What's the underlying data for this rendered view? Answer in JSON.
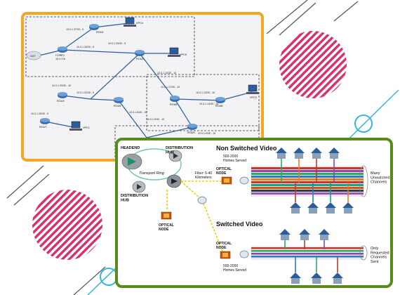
{
  "colors": {
    "orange_border": "#f5a623",
    "green_border": "#5a8a1e",
    "pink_stripe": "#d6336c",
    "cyan_accent": "#38b6d8",
    "node_blue": "#2a5d9c"
  },
  "network": {
    "routers": [
      {
        "id": "r1",
        "label": "ROU1"
      },
      {
        "id": "r2",
        "label": "CORE1",
        "ip": "10.0.0.6"
      },
      {
        "id": "r3",
        "label": "ROU2"
      },
      {
        "id": "r4",
        "label": "ROU3"
      },
      {
        "id": "r5",
        "label": "ROU4"
      },
      {
        "id": "r6",
        "label": "ROU5"
      },
      {
        "id": "r7",
        "label": "ROU6"
      },
      {
        "id": "r8",
        "label": "ROU7"
      },
      {
        "id": "r9",
        "label": "ROU3"
      }
    ],
    "pcs": [
      {
        "id": "p1",
        "label": "VPC4"
      },
      {
        "id": "p2",
        "label": "VPC5"
      },
      {
        "id": "p3",
        "label": "VPC3"
      },
      {
        "id": "p4",
        "label": "VPC1"
      }
    ],
    "cloud_label": "NAT",
    "link_labels": [
      "10.0.1.37/30 - 5",
      "10.0.1.34/30 - 5",
      "10.0.1.33/30 - 5",
      "10.0.1.29/30 - 10",
      "10.0.1.22/30 - 5",
      "10.0.1.26/30 - 5",
      "10.0.1.17/30 - 10",
      "10.0.1.13/30 - 10",
      "10.0.1.14/30 - 10",
      "10.0.1.9/30 - 10",
      "10.0.1.6/30 - 10",
      "10.0.1.5/30 - 10",
      "10.0.1.10/30 - 10"
    ]
  },
  "video": {
    "headend": "HEADEND",
    "distribution_hub_top": "DISTRIBUTION\nHUB",
    "distribution_hub_left": "DISTRIBUTION\nHUB",
    "transport_ring": "Transport Ring",
    "fiber": "Fiber: 5-40\nKilometers",
    "optical_node_top": "OPTICAL\nNODE",
    "optical_node_left": "OPTICAL\nNODE",
    "optical_node_bottom": "OPTICAL\nNODE",
    "non_switched_title": "Non Switched Video",
    "switched_title": "Switched Video",
    "homes_served_top": "500-2000\nHomes Served",
    "homes_served_bottom": "500-2000\nHomes Served",
    "right_top": "Many\nUnwatched\nChannels",
    "right_bottom": "Only\nRequested\nChannels\nSent"
  }
}
